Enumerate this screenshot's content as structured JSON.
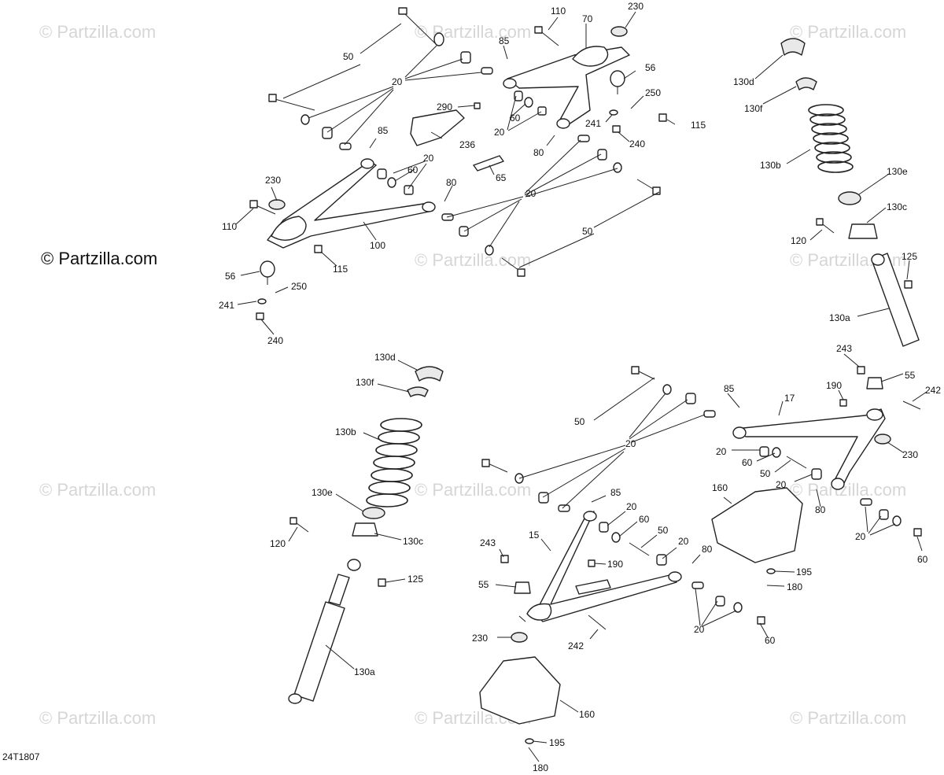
{
  "watermark_text": "© Partzilla.com",
  "copyright_text": "© Partzilla.com",
  "diagram_ref": "24T1807",
  "labels": {
    "l50a": "50",
    "l20a": "20",
    "l110a": "110",
    "l70": "70",
    "l230a": "230",
    "l85a": "85",
    "l56a": "56",
    "l250a": "250",
    "l115a": "115",
    "l290": "290",
    "l60a": "60",
    "l20b": "20",
    "l241a": "241",
    "l240a": "240",
    "l85b": "85",
    "l236": "236",
    "l80a": "80",
    "l65": "65",
    "l20c": "20",
    "l60b": "60",
    "l230b": "230",
    "l80b": "80",
    "l20d": "20",
    "l110b": "110",
    "l100": "100",
    "l50b": "50",
    "l115b": "115",
    "l56b": "56",
    "l250b": "250",
    "l241b": "241",
    "l240b": "240",
    "l130d_a": "130d",
    "l130f_a": "130f",
    "l130b_a": "130b",
    "l130e_a": "130e",
    "l130c_a": "130c",
    "l120a": "120",
    "l125a": "125",
    "l130a_a": "130a",
    "l243a": "243",
    "l55a": "55",
    "l242a": "242",
    "l130d_b": "130d",
    "l130f_b": "130f",
    "l130b_b": "130b",
    "l130e_b": "130e",
    "l130c_b": "130c",
    "l120b": "120",
    "l125b": "125",
    "l130a_b": "130a",
    "l50c": "50",
    "l20e": "20",
    "l85c": "85",
    "l17": "17",
    "l190a": "190",
    "l20f": "20",
    "l60c": "60",
    "l50d": "50",
    "l20g": "20",
    "l80c": "80",
    "l230c": "230",
    "l160a": "160",
    "l85d": "85",
    "l20h": "20",
    "l60d": "60",
    "l15": "15",
    "l50e": "50",
    "l20i": "20",
    "l243b": "243",
    "l190b": "190",
    "l55b": "55",
    "l80d": "80",
    "l195a": "195",
    "l180a": "180",
    "l20j": "20",
    "l60e": "60",
    "l230d": "230",
    "l242b": "242",
    "l20k": "20",
    "l60f": "60",
    "l160b": "160",
    "l195b": "195",
    "l180b": "180"
  }
}
